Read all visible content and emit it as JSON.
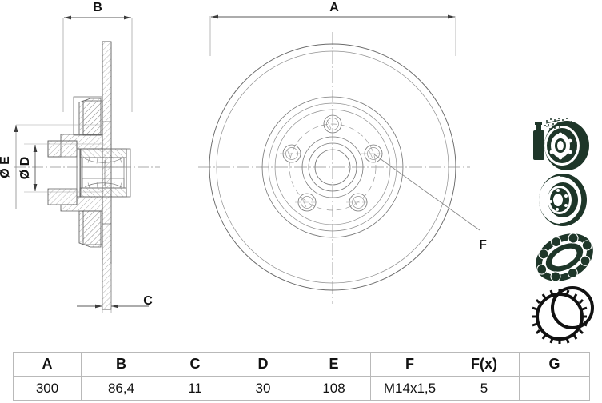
{
  "document": {
    "type": "technical-drawing",
    "subject": "Brake disc with integrated wheel bearing and ABS ring"
  },
  "dimension_labels": {
    "a": "A",
    "b": "B",
    "c": "C",
    "d": "Ø D",
    "e": "Ø E",
    "f": "F"
  },
  "table": {
    "headers": [
      "A",
      "B",
      "C",
      "D",
      "E",
      "F",
      "F(x)",
      "G"
    ],
    "values": [
      "300",
      "86,4",
      "11",
      "30",
      "108",
      "M14x1,5",
      "5",
      ""
    ]
  },
  "thumbnails": [
    {
      "name": "spray-can-and-disc",
      "color": "#1e3629"
    },
    {
      "name": "brake-disc",
      "color": "#1e3629"
    },
    {
      "name": "ball-bearing",
      "color": "#1e3629"
    },
    {
      "name": "abs-ring",
      "color": "#111111"
    }
  ],
  "colors": {
    "line": "#6f6f6f",
    "line_dark": "#4a4a4a",
    "centerline": "#8d8d8d",
    "text": "#111111",
    "table_border": "#b9b9b9",
    "thumb_green": "#1e3629",
    "thumb_black": "#111111"
  }
}
